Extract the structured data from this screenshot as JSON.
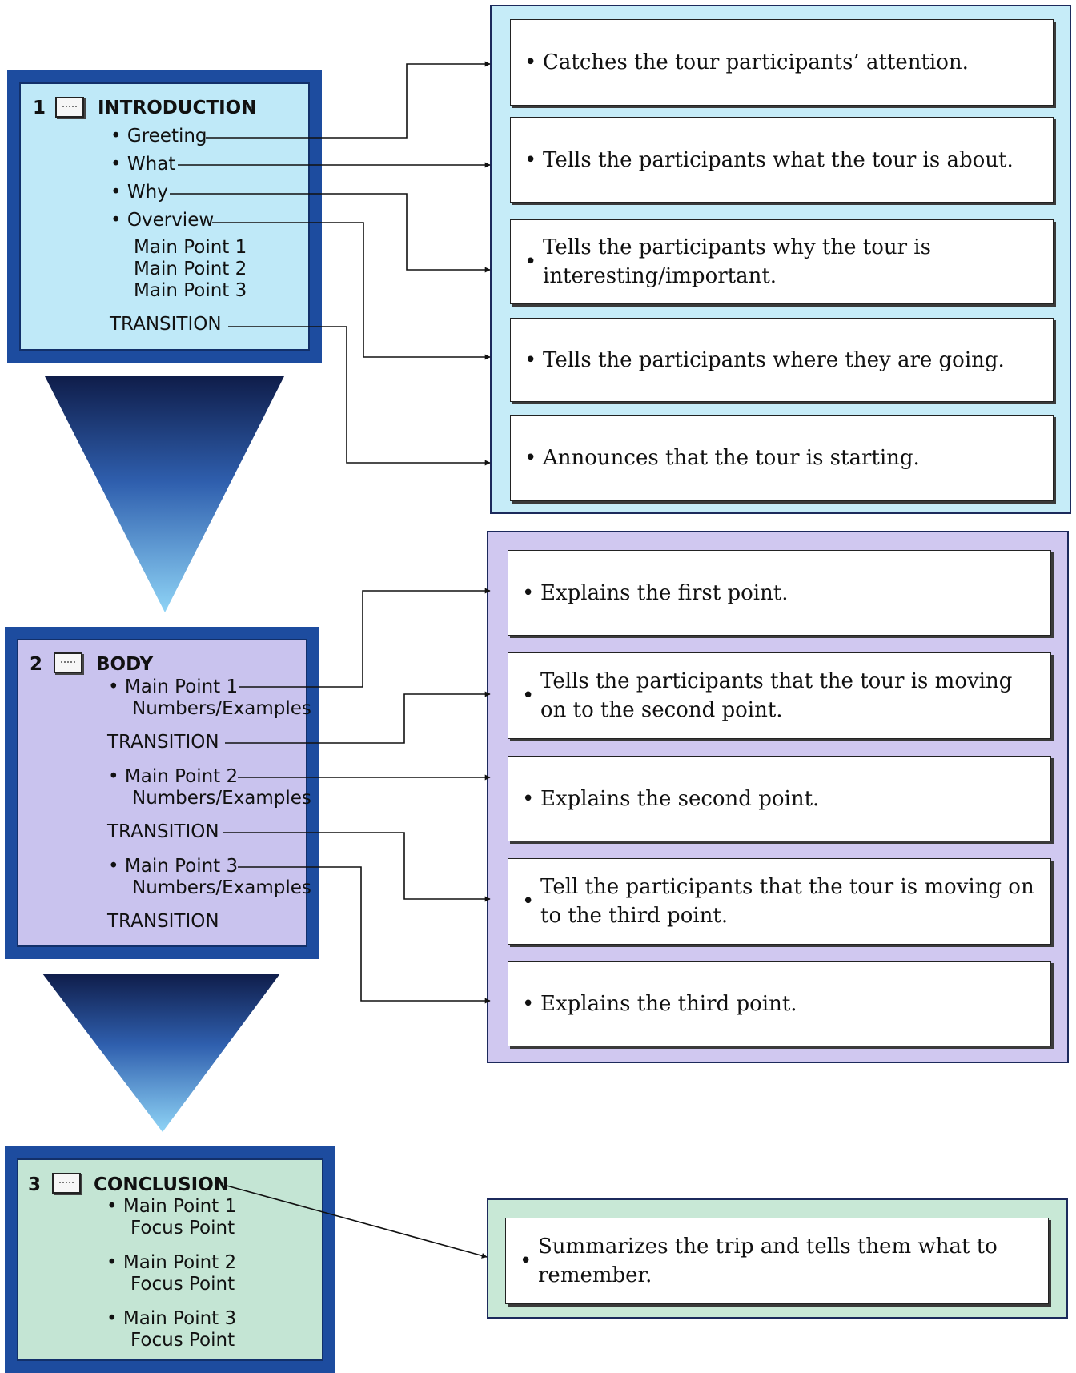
{
  "introduction": {
    "number": "1",
    "heading": "INTRODUCTION",
    "items": [
      "• Greeting",
      "• What",
      "• Why",
      "• Overview"
    ],
    "main_points": [
      "Main Point 1",
      "Main Point 2",
      "Main Point 3"
    ],
    "transition": "TRANSITION",
    "descriptions": [
      "Catches the tour participants’ attention.",
      "Tells the participants what the tour is about.",
      "Tells the participants why the tour is interesting/important.",
      "Tells the participants where they are going.",
      "Announces that the tour is starting."
    ]
  },
  "body": {
    "number": "2",
    "heading": "BODY",
    "main_point_1": "• Main Point 1",
    "main_point_2": "• Main Point 2",
    "main_point_3": "• Main Point 3",
    "examples": "Numbers/Examples",
    "transition": "TRANSITION",
    "descriptions": [
      "Explains the first point.",
      "Tells the participants that the tour is moving on to the second point.",
      "Explains the second point.",
      "Tell the participants that the tour is moving on to the third point.",
      "Explains the third point."
    ]
  },
  "conclusion": {
    "number": "3",
    "heading": "CONCLUSION",
    "main_point_1": "• Main Point 1",
    "main_point_2": "• Main Point 2",
    "main_point_3": "• Main Point 3",
    "focus": "Focus Point",
    "descriptions": [
      "Summarizes the trip and tells them what to remember."
    ]
  },
  "bullet": "•",
  "colors": {
    "frame": "#1d4c9f",
    "intro": "#bfe9f8",
    "body": "#c9c3ee",
    "conclusion": "#c4e5d4"
  }
}
